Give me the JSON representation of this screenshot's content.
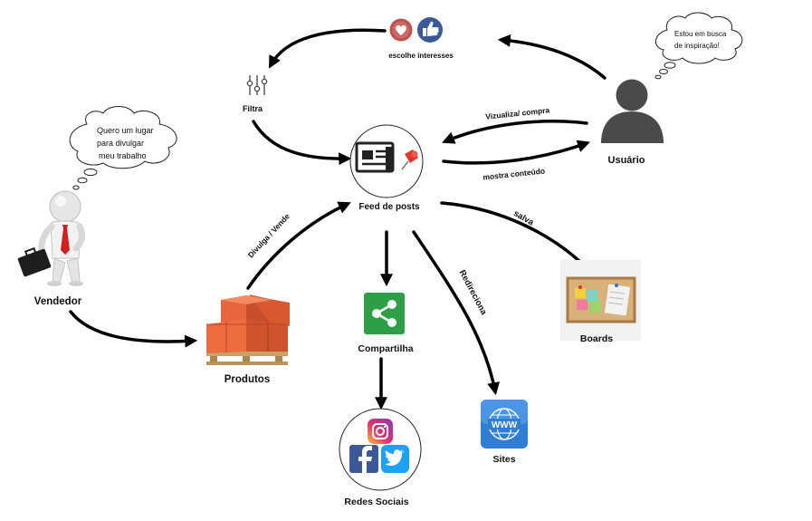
{
  "nodes": {
    "feed": "Feed de posts",
    "usuario": "Usuário",
    "vendedor": "Vendedor",
    "produtos": "Produtos",
    "filtra": "Filtra",
    "compartilha": "Compartilha",
    "redes": "Redes Sociais",
    "sites": "Sites",
    "boards": "Boards"
  },
  "edges": {
    "escolhe": "escolhe interesses",
    "visualiza": "Vizualiza/ compra",
    "mostra": "mostra conteúdo",
    "divulga": "Divulga / Vende",
    "salva": "salva",
    "redireciona": "Redireciona"
  },
  "thoughts": {
    "usuario_line1": "Estou em busca",
    "usuario_line2": "de inspiração!",
    "vendedor_line1": "Quero um lugar",
    "vendedor_line2": "para divulgar",
    "vendedor_line3": "meu trabalho"
  },
  "colors": {
    "heart_bg": "#c0504d",
    "like_bg": "#3b5998",
    "share_green": "#2e9e47",
    "sites_blue": "#2f7fd6",
    "board_cork": "#d8b07a",
    "box_orange": "#e8643a",
    "tie_red": "#d42020"
  },
  "icons": [
    "heart-icon",
    "thumbs-up-icon",
    "filter-sliders-icon",
    "newspaper-icon",
    "pin-icon",
    "user-silhouette-icon",
    "businessman-icon",
    "boxes-icon",
    "share-icon",
    "instagram-icon",
    "facebook-icon",
    "twitter-icon",
    "www-globe-icon",
    "cork-board-icon"
  ]
}
